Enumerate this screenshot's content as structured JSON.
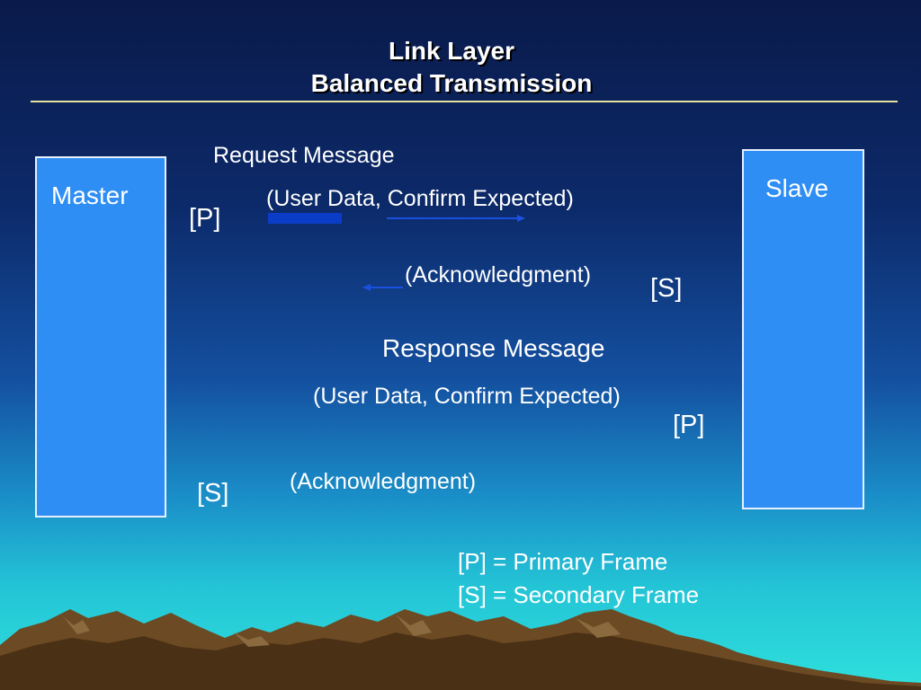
{
  "slide": {
    "title_line1": "Link Layer",
    "title_line2": "Balanced Transmission"
  },
  "master": {
    "label": "Master"
  },
  "slave": {
    "label": "Slave"
  },
  "request": {
    "heading": "Request Message",
    "detail": "(User Data, Confirm Expected)",
    "primary_tag": "[P]",
    "ack": "(Acknowledgment)",
    "secondary_tag": "[S]"
  },
  "response": {
    "heading": "Response Message",
    "detail": "(User Data, Confirm Expected)",
    "primary_tag": "[P]",
    "ack": "(Acknowledgment)",
    "secondary_tag": "[S]"
  },
  "legend": {
    "primary": "[P] = Primary Frame",
    "secondary": "[S] = Secondary Frame"
  },
  "colors": {
    "box_fill": "#2f8ef4",
    "arrow": "#0a3cc8",
    "title_rule": "#e8e0a0"
  }
}
